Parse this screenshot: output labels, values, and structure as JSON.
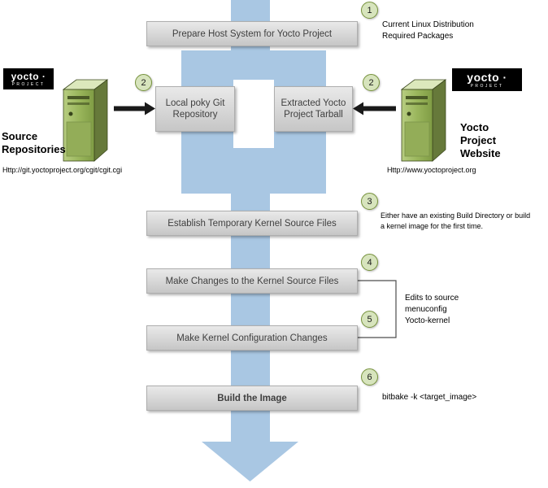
{
  "boxes": {
    "prepare": "Prepare Host System for Yocto Project",
    "local_poky": "Local poky Git\nRepository",
    "extracted": "Extracted Yocto\nProject Tarball",
    "establish": "Establish Temporary Kernel Source Files",
    "make_changes": "Make Changes to the Kernel Source Files",
    "make_config": "Make Kernel Configuration Changes",
    "build": "Build the Image"
  },
  "step_numbers": {
    "s1": "1",
    "s2_left": "2",
    "s2_right": "2",
    "s3": "3",
    "s4": "4",
    "s5": "5",
    "s6": "6"
  },
  "notes": {
    "s1": "Current Linux Distribution\nRequired Packages",
    "s3": "Either have an existing Build Directory or build\na kernel image for the first time.",
    "s45": "Edits to source\nmenuconfig\nYocto-kernel",
    "s6": "bitbake -k <target_image>"
  },
  "left_server": {
    "logo_text": "yocto ·",
    "logo_sub": "PROJECT",
    "label": "Source\nRepositories",
    "url": "Http://git.yoctoproject.org/cgit/cgit.cgi"
  },
  "right_server": {
    "logo_text": "yocto ·",
    "logo_sub": "PROJECT",
    "label": "Yocto\nProject\nWebsite",
    "url": "Http://www.yoctoproject.org"
  },
  "colors": {
    "flow_arrow": "#a9c7e3",
    "step_circle_fill": "#d7e4bd",
    "step_circle_border": "#77933c"
  }
}
